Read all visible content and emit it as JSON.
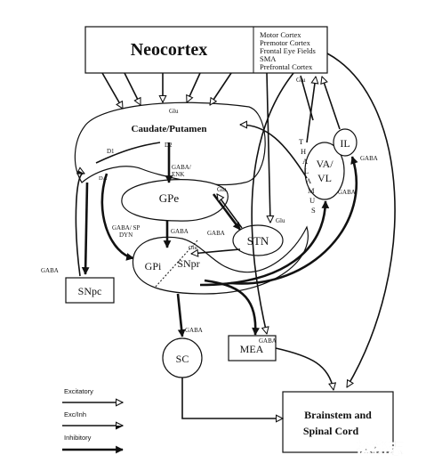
{
  "neocortex": {
    "title": "Neocortex",
    "areas": [
      "Motor Cortex",
      "Premotor Cortex",
      "Frontal Eye Fields",
      "SMA",
      "Prefrontal Cortex"
    ]
  },
  "nuclei": {
    "caudate": "Caudate/Putamen",
    "gpe": "GPe",
    "gpi": "GPi",
    "snpr": "SNpr",
    "stn": "STN",
    "snpc": "SNpc",
    "sc": "SC",
    "mea": "MEA",
    "va_vl_top": "VA/",
    "va_vl_bottom": "VL",
    "il": "IL",
    "brainstem_line1": "Brainstem and",
    "brainstem_line2": "Spinal Cord",
    "thalamus_letters": [
      "T",
      "H",
      "A",
      "L",
      "A",
      "M",
      "U",
      "S"
    ]
  },
  "connection_labels": {
    "glu_cortex_caudate": "Glu",
    "glu_cortex_thalamus": "Glu",
    "glu_gpe": "Glu",
    "glu_stn": "Glu",
    "glu_gpi": "Glu",
    "d1": "D1",
    "d2": "D2",
    "da": "DA",
    "gaba_enk_line1": "GABA/",
    "gaba_enk_line2": "ENK",
    "gaba_sp_line1": "GABA/ SP",
    "gaba_sp_line2": "DYN",
    "gaba_gpi": "GABA",
    "gaba_stn": "GABA",
    "gaba_snpc": "GABA",
    "gaba_sc": "GABA",
    "gaba_mea": "GABA",
    "gaba_il": "GABA",
    "gaba_vavl": "GABA"
  },
  "legend": {
    "excitatory": "Excitatory",
    "exc_inh": "Exc/Inh",
    "inhibitory": "Inhibitory"
  },
  "watermark": "探秘志"
}
